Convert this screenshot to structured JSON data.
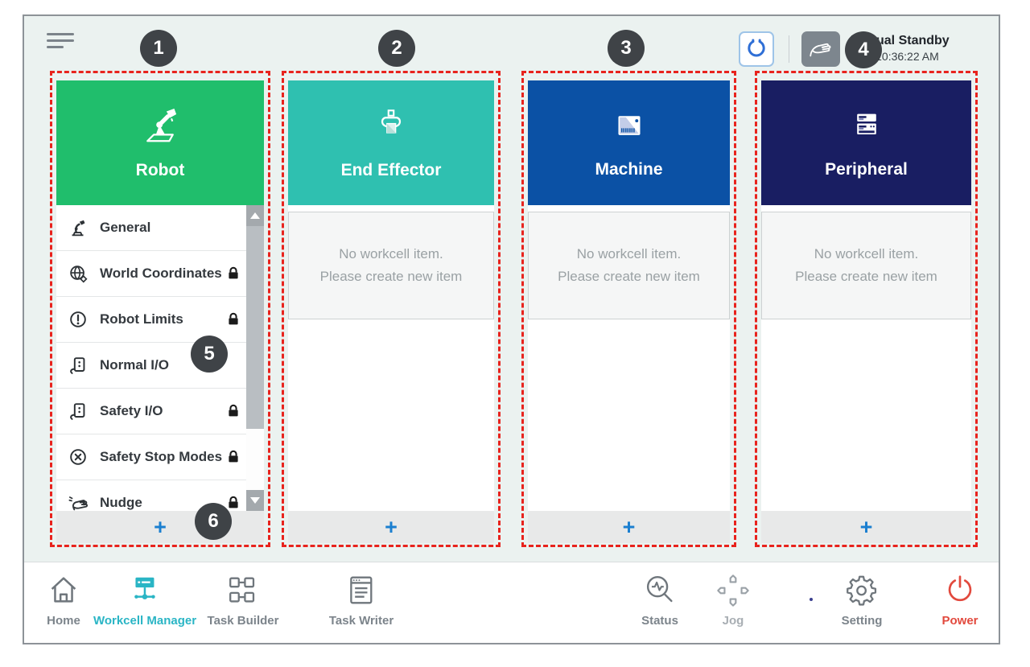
{
  "topbar": {
    "menu_icon": "hamburger-icon",
    "tool_icon": "gripper-tool-icon",
    "hand_icon": "manual-hand-icon",
    "status_title": "Manual Standby",
    "status_datetime": "2.22 10:36:22 AM"
  },
  "callouts": [
    "1",
    "2",
    "3",
    "4",
    "5",
    "6"
  ],
  "columns": [
    {
      "label": "Robot",
      "color": "#20be6c",
      "icon": "robot-icon",
      "add_label": "+",
      "items": [
        {
          "label": "General",
          "icon": "robot-general-icon",
          "locked": false
        },
        {
          "label": "World Coordinates",
          "icon": "world-coordinates-icon",
          "locked": true
        },
        {
          "label": "Robot Limits",
          "icon": "robot-limits-icon",
          "locked": true
        },
        {
          "label": "Normal I/O",
          "icon": "io-icon",
          "locked": false
        },
        {
          "label": "Safety I/O",
          "icon": "io-icon",
          "locked": true
        },
        {
          "label": "Safety Stop Modes",
          "icon": "safety-stop-icon",
          "locked": true
        },
        {
          "label": "Nudge",
          "icon": "nudge-icon",
          "locked": true
        }
      ]
    },
    {
      "label": "End Effector",
      "color": "#2fc0b0",
      "icon": "end-effector-icon",
      "add_label": "+",
      "empty": [
        "No workcell item.",
        "Please create new item"
      ]
    },
    {
      "label": "Machine",
      "color": "#0b51a5",
      "icon": "machine-icon",
      "add_label": "+",
      "empty": [
        "No workcell item.",
        "Please create new item"
      ]
    },
    {
      "label": "Peripheral",
      "color": "#191e62",
      "icon": "peripheral-icon",
      "add_label": "+",
      "empty": [
        "No workcell item.",
        "Please create new item"
      ]
    }
  ],
  "nav": [
    {
      "label": "Home",
      "icon": "home-icon"
    },
    {
      "label": "Workcell Manager",
      "icon": "workcell-manager-icon",
      "active": true
    },
    {
      "label": "Task Builder",
      "icon": "task-builder-icon"
    },
    {
      "label": "Task Writer",
      "icon": "task-writer-icon"
    },
    {
      "label": "Status",
      "icon": "status-icon"
    },
    {
      "label": "Jog",
      "icon": "jog-icon"
    },
    {
      "label": "Setting",
      "icon": "setting-icon"
    },
    {
      "label": "Power",
      "icon": "power-icon"
    }
  ],
  "colors": {
    "robot": "#20be6c",
    "end_effector": "#2fc0b0",
    "machine": "#0b51a5",
    "peripheral": "#191e62",
    "callout_bg": "#3f4347",
    "callout_border": "#e8231d",
    "nav_active": "#2ab5c5",
    "power_red": "#e2493d",
    "add_plus": "#1b7fd0"
  }
}
